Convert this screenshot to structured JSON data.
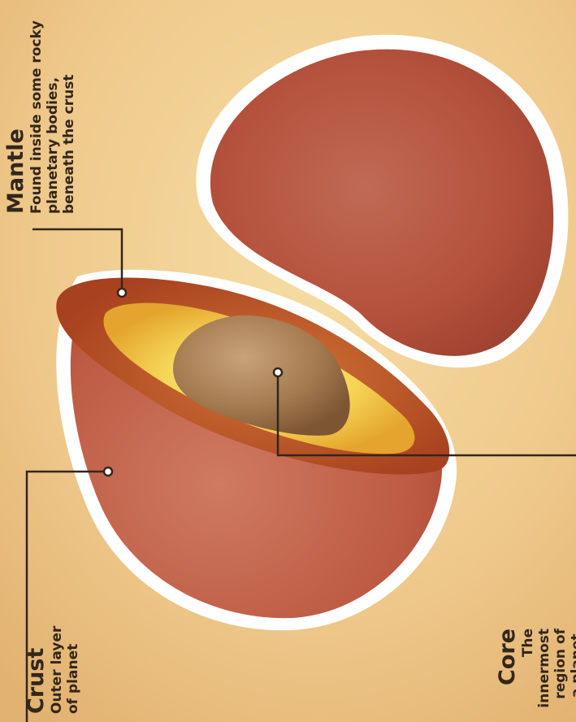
{
  "colors": {
    "background": "#efc98c",
    "crust": "#c4624a",
    "mantle": "#b44628",
    "outer_core": "#f2d24a",
    "inner_core": "#a4794f",
    "outline": "#ffffff",
    "ink": "#33261a"
  },
  "labels": {
    "mantle": {
      "title": "Mantle",
      "desc": "Found inside some rocky\nplanetary bodies,\nbeneath the crust"
    },
    "core": {
      "title": "Core",
      "desc": "The innermost\nregion of a planet.\nCan be solid or liquid"
    },
    "crust": {
      "title": "Crust",
      "desc": "Outer layer\nof planet"
    }
  }
}
